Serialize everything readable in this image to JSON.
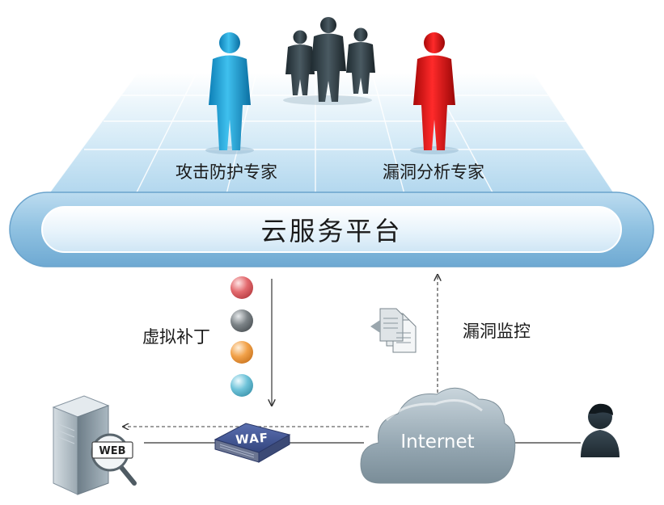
{
  "experts": {
    "attack_label": "攻击防护专家",
    "vuln_label": "漏洞分析专家"
  },
  "platform": {
    "label": "云服务平台"
  },
  "flows": {
    "patch_label": "虚拟补丁",
    "monitor_label": "漏洞监控"
  },
  "devices": {
    "waf_label": "WAF",
    "server_badge": "WEB",
    "internet_label": "Internet"
  },
  "colors": {
    "attack_expert": "#1aa6dc",
    "vuln_expert": "#e11010",
    "team": "#2f3a40",
    "platform_band": "#aacfe7",
    "patch_dots": [
      "#e36a6e",
      "#7c8387",
      "#f2a24a",
      "#6fc3d9"
    ]
  }
}
